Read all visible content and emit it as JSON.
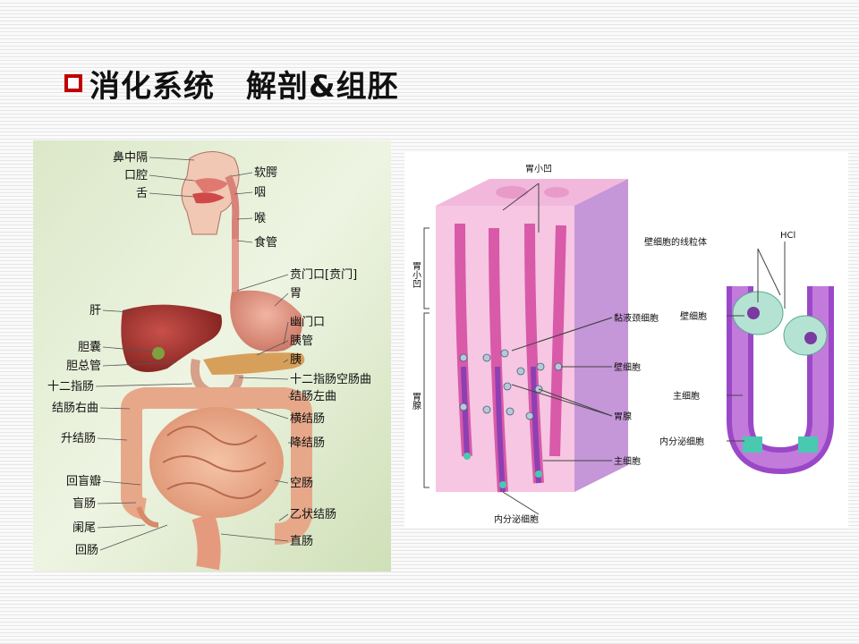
{
  "slide": {
    "title": "消化系统　解剖&组胚",
    "accent": "#c00000"
  },
  "figure1": {
    "labels_left": [
      "鼻中隔",
      "口腔",
      "舌",
      "肝",
      "胆囊",
      "胆总管",
      "十二指肠",
      "结肠右曲",
      "升结肠",
      "回盲瓣",
      "盲肠",
      "阑尾",
      "回肠"
    ],
    "labels_right": [
      "软腭",
      "咽",
      "喉",
      "食管",
      "贲门口[贲门]",
      "胃",
      "幽门口",
      "胰管",
      "胰",
      "十二指肠空肠曲",
      "结肠左曲",
      "横结肠",
      "降结肠",
      "空肠",
      "乙状结肠",
      "直肠"
    ]
  },
  "figure2": {
    "labels": [
      "胃小凹",
      "胃小凹",
      "胃腺",
      "黏液颈细胞",
      "壁细胞",
      "胃腺",
      "主细胞",
      "内分泌细胞",
      "壁细胞的线粒体",
      "HCl",
      "壁细胞",
      "主细胞",
      "内分泌细胞"
    ]
  }
}
